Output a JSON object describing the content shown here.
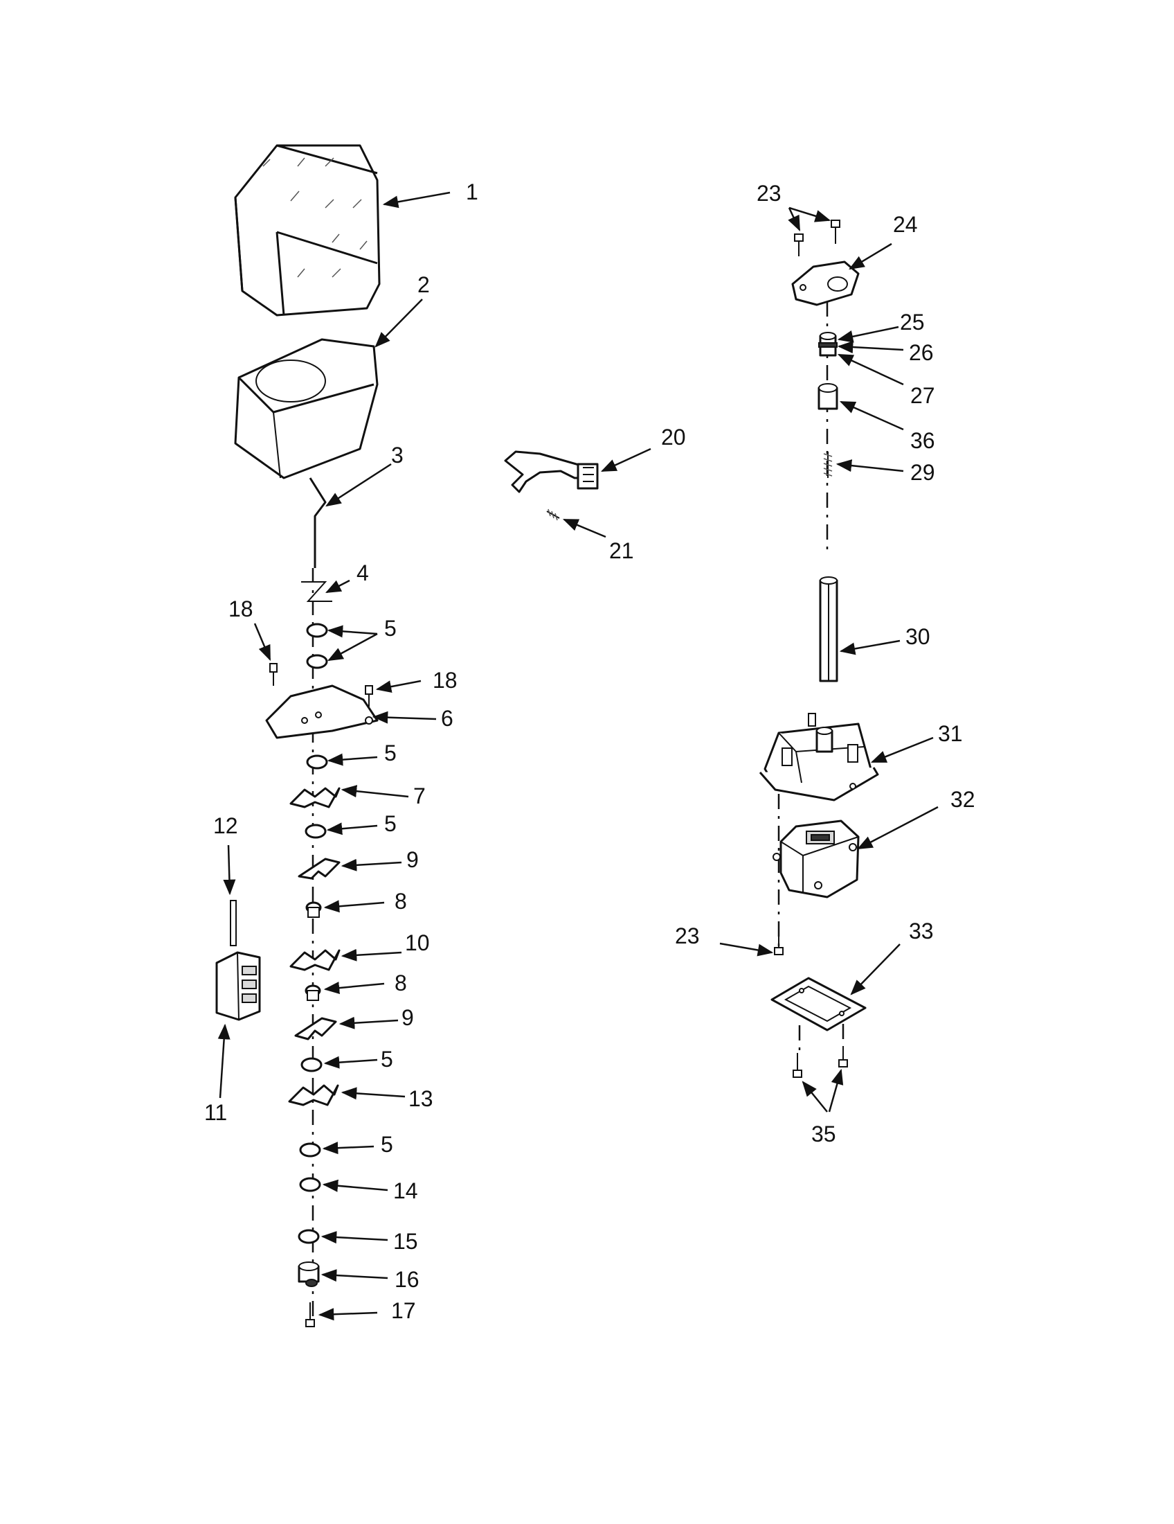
{
  "diagram": {
    "type": "exploded-parts-view",
    "callouts": [
      {
        "id": "c1",
        "label": "1"
      },
      {
        "id": "c2",
        "label": "2"
      },
      {
        "id": "c3",
        "label": "3"
      },
      {
        "id": "c4",
        "label": "4"
      },
      {
        "id": "c5a",
        "label": "5"
      },
      {
        "id": "c18a",
        "label": "18"
      },
      {
        "id": "c18b",
        "label": "18"
      },
      {
        "id": "c6",
        "label": "6"
      },
      {
        "id": "c5b",
        "label": "5"
      },
      {
        "id": "c7",
        "label": "7"
      },
      {
        "id": "c5c",
        "label": "5"
      },
      {
        "id": "c12",
        "label": "12"
      },
      {
        "id": "c9a",
        "label": "9"
      },
      {
        "id": "c8a",
        "label": "8"
      },
      {
        "id": "c10",
        "label": "10"
      },
      {
        "id": "c8b",
        "label": "8"
      },
      {
        "id": "c9b",
        "label": "9"
      },
      {
        "id": "c11",
        "label": "11"
      },
      {
        "id": "c5d",
        "label": "5"
      },
      {
        "id": "c13",
        "label": "13"
      },
      {
        "id": "c5e",
        "label": "5"
      },
      {
        "id": "c14",
        "label": "14"
      },
      {
        "id": "c15",
        "label": "15"
      },
      {
        "id": "c16",
        "label": "16"
      },
      {
        "id": "c17",
        "label": "17"
      },
      {
        "id": "c20",
        "label": "20"
      },
      {
        "id": "c21",
        "label": "21"
      },
      {
        "id": "c23a",
        "label": "23"
      },
      {
        "id": "c24",
        "label": "24"
      },
      {
        "id": "c25",
        "label": "25"
      },
      {
        "id": "c26",
        "label": "26"
      },
      {
        "id": "c27",
        "label": "27"
      },
      {
        "id": "c36",
        "label": "36"
      },
      {
        "id": "c29",
        "label": "29"
      },
      {
        "id": "c30",
        "label": "30"
      },
      {
        "id": "c31",
        "label": "31"
      },
      {
        "id": "c32",
        "label": "32"
      },
      {
        "id": "c23b",
        "label": "23"
      },
      {
        "id": "c33",
        "label": "33"
      },
      {
        "id": "c35",
        "label": "35"
      }
    ]
  }
}
